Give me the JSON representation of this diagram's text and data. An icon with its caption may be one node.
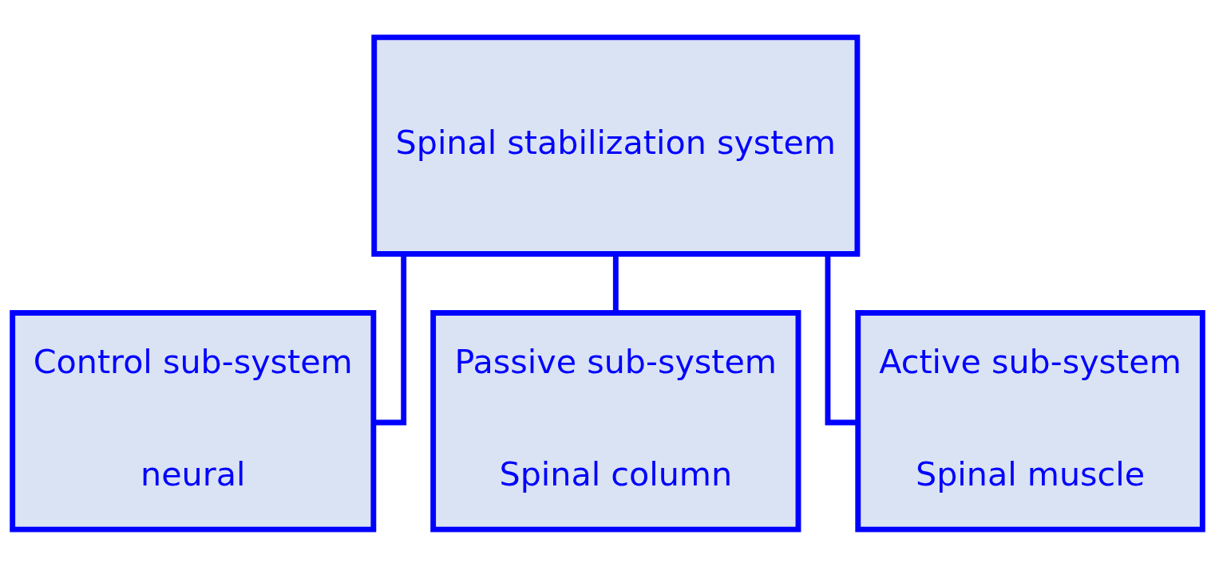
{
  "diagram": {
    "nodes": [
      {
        "text": [
          "Spinal stabilization system"
        ]
      },
      {
        "text": [
          "Control sub-system",
          "neural"
        ]
      },
      {
        "text": [
          "Passive sub-system",
          "Spinal column"
        ]
      },
      {
        "text": [
          "Active sub-system",
          "Spinal muscle"
        ]
      }
    ],
    "edges": [
      {
        "from": 0,
        "to": 1,
        "arrow": "none"
      },
      {
        "from": 0,
        "to": 2,
        "arrow": "none"
      },
      {
        "from": 0,
        "to": 3,
        "arrow": "none"
      }
    ]
  }
}
